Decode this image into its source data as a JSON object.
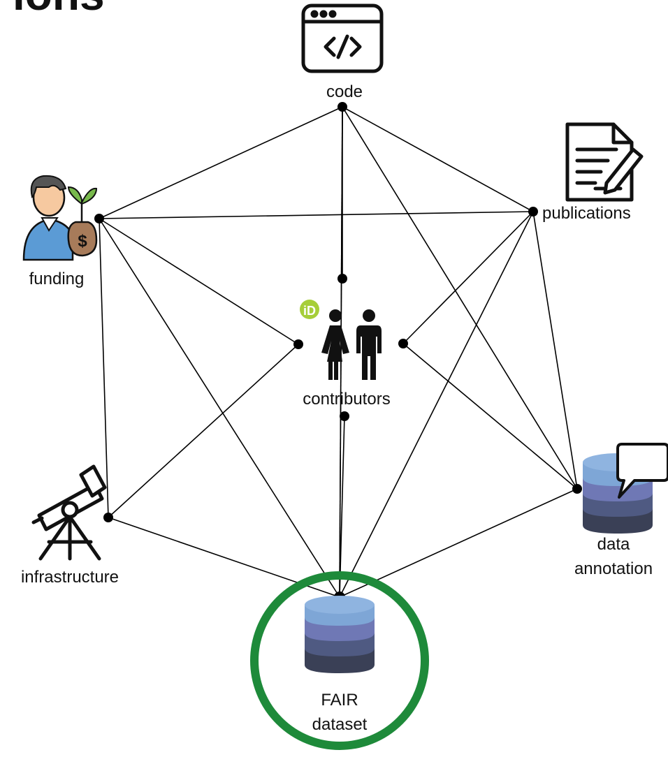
{
  "title_fragment": "ions",
  "nodes": {
    "code": "code",
    "publications": "publications",
    "funding": "funding",
    "contributors": "contributors",
    "infrastructure": "infrastructure",
    "data_annotation": [
      "data",
      "annotation"
    ],
    "fair_dataset": [
      "FAIR",
      "dataset"
    ]
  },
  "orcid_badge": "iD",
  "icons": {
    "code": "code-window-icon",
    "publications": "document-pen-icon",
    "funding": "person-money-bag-icon",
    "contributors": "people-icon",
    "infrastructure": "telescope-icon",
    "data_annotation": "database-comment-icon",
    "fair_dataset": "database-icon"
  },
  "colors": {
    "edge": "#000000",
    "highlight_ring": "#1e8a3a",
    "orcid": "#a6ce39",
    "db_top": "#7ea6d6",
    "db_mid": "#6f78b5",
    "db_low": "#4f5a82",
    "db_bottom": "#3a4056"
  }
}
